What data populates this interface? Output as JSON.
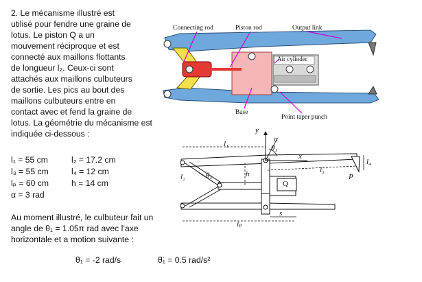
{
  "problem": {
    "intro_lines": [
      "2. Le mécanisme illustré est",
      "utilisé pour fendre une graine de",
      "lotus. Le piston Q a un",
      "mouvement réciproque et est",
      "connecté aux maillons flottants",
      "de longueur l₂. Ceux-ci sont",
      "attachés aux maillons culbuteurs",
      "de sortie. Les pics au bout des",
      "maillons culbuteurs entre en",
      "contact avec et fend la graine de",
      "lotus. La géométrie du mécanisme est",
      "indiquée ci-dessous :"
    ],
    "geometry": {
      "l1": "l₁ = 55 cm",
      "l3": "l₃ = 55 cm",
      "lp": "lₚ = 60 cm",
      "alpha": "α = 3 rad",
      "l2": "l₂ = 17.2 cm",
      "l4": "l₄ = 12 cm",
      "h": "h = 14 cm"
    },
    "motion_lines": [
      "Au moment illustré, le culbuteur fait un",
      "angle de θ₁ = 1.05π rad avec l’axe",
      "horizontale et a motion suivante :"
    ],
    "omega": "θ̇₁ = -2 rad/s",
    "alpha_acc": "θ̈₁ = 0.5 rad/s²"
  },
  "photo_labels": {
    "connecting_rod": "Connecting rod",
    "piston_rod": "Piston rod",
    "output_link": "Output link",
    "air_cylinder": "Air cylinder",
    "base": "Base",
    "point_taper_punch": "Point taper punch"
  },
  "diagram_labels": {
    "y": "y",
    "alpha": "α",
    "theta1": "θ₁",
    "x": "x",
    "l1": "l₁",
    "l2": "l₂",
    "theta2": "θ₂",
    "h": "h",
    "l3": "l₃",
    "l4": "l₄",
    "P": "P",
    "Q": "Q",
    "lp": "lₚ",
    "s": "s"
  },
  "colors": {
    "blue_link": "#6fa8dc",
    "yellow_link": "#f4e04d",
    "red_rod": "#e53935",
    "pink_base": "#f4b6b6",
    "magenta_pointer": "#d400d4"
  }
}
